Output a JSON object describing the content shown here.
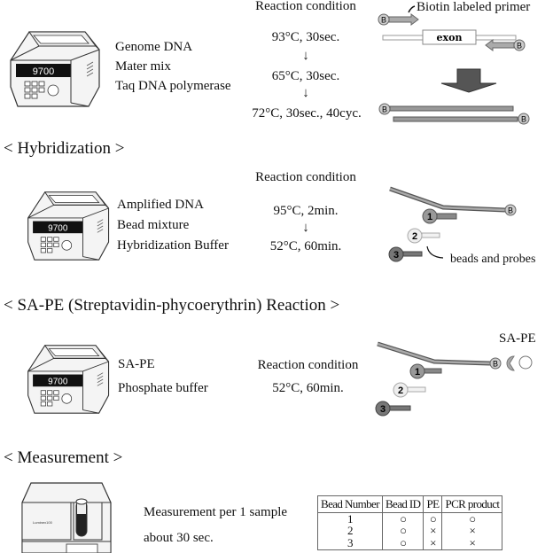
{
  "device_display": "9700",
  "pcr": {
    "reagents": [
      "Genome DNA",
      "Mater mix",
      "Taq DNA polymerase"
    ],
    "condition_title": "Reaction condition",
    "steps": [
      "93°C, 30sec.",
      "65°C, 30sec.",
      "72°C, 30sec., 40cyc."
    ],
    "arrow": "↓",
    "primer_label": "Biotin labeled primer",
    "exon_label": "exon",
    "biotin": "B"
  },
  "hybridization": {
    "heading": "< Hybridization >",
    "reagents": [
      "Amplified DNA",
      "Bead mixture",
      "Hybridization Buffer"
    ],
    "condition_title": "Reaction condition",
    "steps": [
      "95°C, 2min.",
      "52°C, 60min."
    ],
    "arrow": "↓",
    "probes_label": "beads and probes",
    "bead_numbers": [
      "1",
      "2",
      "3"
    ]
  },
  "sape": {
    "heading": "< SA-PE (Streptavidin-phycoerythrin) Reaction >",
    "reagents": [
      "SA-PE",
      "Phosphate buffer"
    ],
    "condition_title": "Reaction condition",
    "steps": [
      "52°C, 60min."
    ],
    "sape_label": "SA-PE"
  },
  "measurement": {
    "heading": "< Measurement >",
    "lines": [
      "Measurement per 1 sample",
      "about 30 sec."
    ],
    "table": {
      "headers": [
        "Bead Number",
        "Bead ID",
        "PE",
        "PCR product"
      ],
      "rows": [
        [
          "1",
          "○",
          "○",
          "○"
        ],
        [
          "2",
          "○",
          "×",
          "×"
        ],
        [
          "3",
          "○",
          "×",
          "×"
        ]
      ]
    }
  },
  "colors": {
    "strand": "#888888",
    "bead_dark": "#777777",
    "bead_mid": "#a8a8a8",
    "bead_light": "#e8e8e8"
  }
}
